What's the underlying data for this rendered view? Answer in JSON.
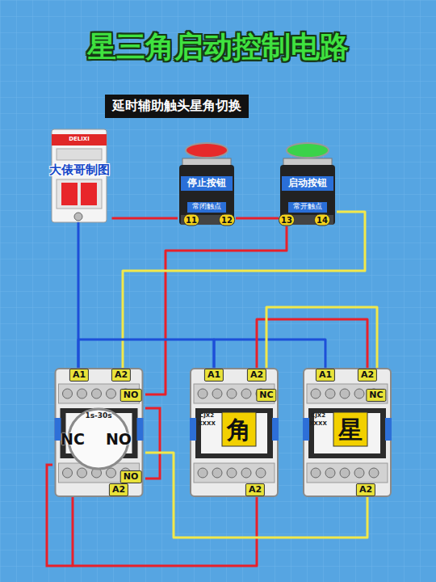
{
  "diagram": {
    "title": "星三角启动控制电路",
    "nodes": [
      {
        "text": [
          "延时辅助触头星角切换"
        ]
      },
      {
        "text": [
          "DELIXI",
          "大俵哥制图"
        ]
      },
      {
        "text": [
          "停止按钮",
          "常闭触点"
        ]
      },
      {
        "text": [
          "启动按钮",
          "常开触点"
        ]
      },
      {
        "text": [
          "1s-30s"
        ]
      },
      {
        "text": [
          "角"
        ]
      },
      {
        "text": [
          "星"
        ]
      }
    ],
    "edges": [
      {
        "from": 1,
        "to": 2,
        "arrow": "none"
      },
      {
        "from": 2,
        "to": 3,
        "arrow": "none"
      },
      {
        "from": 3,
        "to": 4,
        "arrow": "none"
      },
      {
        "from": 3,
        "to": 4,
        "arrow": "none"
      },
      {
        "from": 1,
        "to": 4,
        "arrow": "none"
      },
      {
        "from": 4,
        "to": 5,
        "arrow": "none"
      },
      {
        "from": 5,
        "to": 6,
        "arrow": "none"
      },
      {
        "from": 5,
        "to": 6,
        "arrow": "none"
      },
      {
        "from": 5,
        "to": 6,
        "arrow": "none"
      },
      {
        "from": 4,
        "to": 5,
        "arrow": "none"
      },
      {
        "from": 4,
        "to": 6,
        "arrow": "none"
      }
    ],
    "labels": [
      "11",
      "12",
      "13",
      "14",
      "A1",
      "A2",
      "NO",
      "NC",
      "NO",
      "NO",
      "A2",
      "A1",
      "A2",
      "NC",
      "CJX2",
      "XXXX",
      "A2",
      "A1",
      "A2",
      "NC",
      "CJX2",
      "XXXX",
      "A2"
    ]
  }
}
